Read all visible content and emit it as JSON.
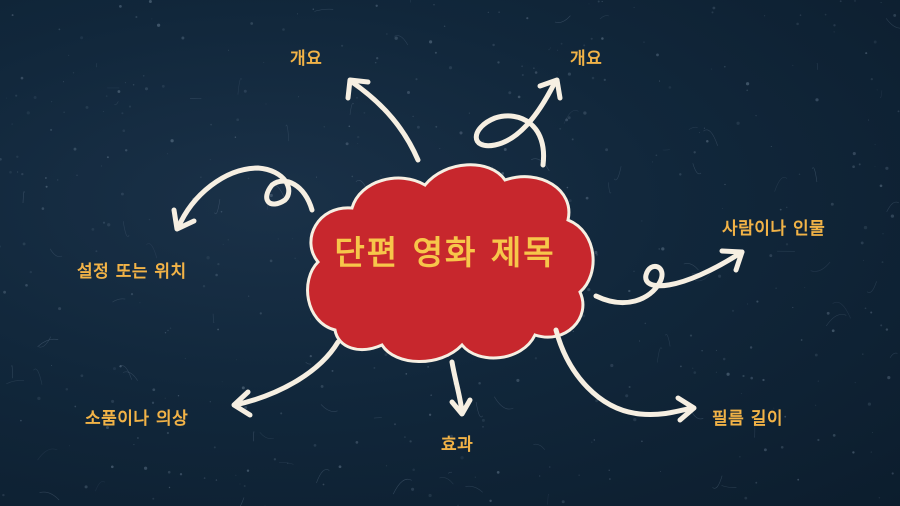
{
  "center": {
    "title": "단편 영화 제목"
  },
  "nodes": [
    {
      "id": "top-left",
      "label": "개요"
    },
    {
      "id": "top-right",
      "label": "개요"
    },
    {
      "id": "left",
      "label": "설정 또는 위치"
    },
    {
      "id": "right",
      "label": "사람이나 인물"
    },
    {
      "id": "bottom-left",
      "label": "소품이나 의상"
    },
    {
      "id": "bottom",
      "label": "효과"
    },
    {
      "id": "bottom-right",
      "label": "필름 길이"
    }
  ],
  "colors": {
    "background": "#11273b",
    "cloud": "#c7272d",
    "cloud_outline": "#f6efe2",
    "label": "#f2b347",
    "title": "#f7c64a",
    "arrow": "#f6efe2"
  }
}
